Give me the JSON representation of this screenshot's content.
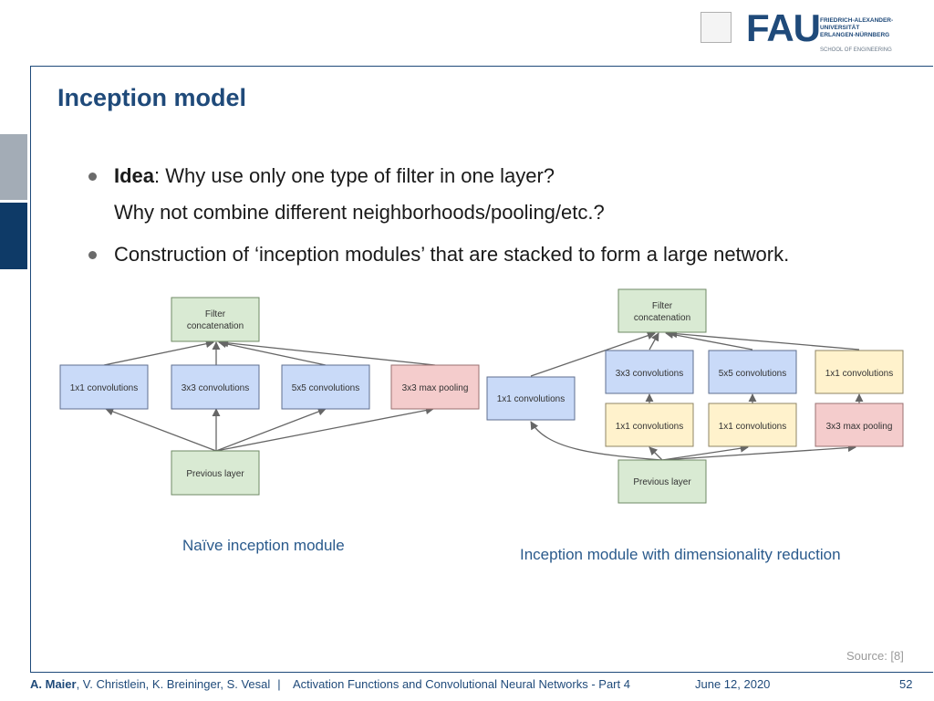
{
  "header": {
    "logo_word": "FAU",
    "university_lines": [
      "FRIEDRICH-ALEXANDER-",
      "UNIVERSITÄT",
      "ERLANGEN-NÜRNBERG"
    ],
    "school": "SCHOOL OF ENGINEERING"
  },
  "slide": {
    "title": "Inception model",
    "bullet1_bold": "Idea",
    "bullet1_rest": ": Why use only one type of filter in one layer?",
    "bullet1_line2": "Why not combine different neighborhoods/pooling/etc.?",
    "bullet2": "Construction of ‘inception modules’ that are stacked to form a large network."
  },
  "diagram_naive": {
    "caption": "Naïve inception module",
    "concat": [
      "Filter",
      "concatenation"
    ],
    "conv1": "1x1 convolutions",
    "conv3": "3x3 convolutions",
    "conv5": "5x5 convolutions",
    "pool": "3x3 max pooling",
    "prev": "Previous layer"
  },
  "diagram_reduced": {
    "caption": "Inception module with dimensionality reduction",
    "concat": [
      "Filter",
      "concatenation"
    ],
    "conv1_left": "1x1 convolutions",
    "conv3": "3x3 convolutions",
    "conv5": "5x5 convolutions",
    "conv1_top_right": "1x1 convolutions",
    "reduce1": "1x1 convolutions",
    "reduce2": "1x1 convolutions",
    "pool": "3x3 max pooling",
    "prev": "Previous layer"
  },
  "source": "Source: [8]",
  "footer": {
    "author_bold": "A. Maier",
    "authors_rest": ", V. Christlein, K. Breininger, S. Vesal",
    "lecture": "Activation Functions and Convolutional Neural Networks - Part 4",
    "date": "June 12, 2020",
    "page": "52"
  },
  "colors": {
    "brand_blue": "#1f4a7a",
    "green_box": "#d9ead3",
    "blue_box": "#c9daf8",
    "yellow_box": "#fff2cc",
    "red_box": "#f4cccc"
  }
}
